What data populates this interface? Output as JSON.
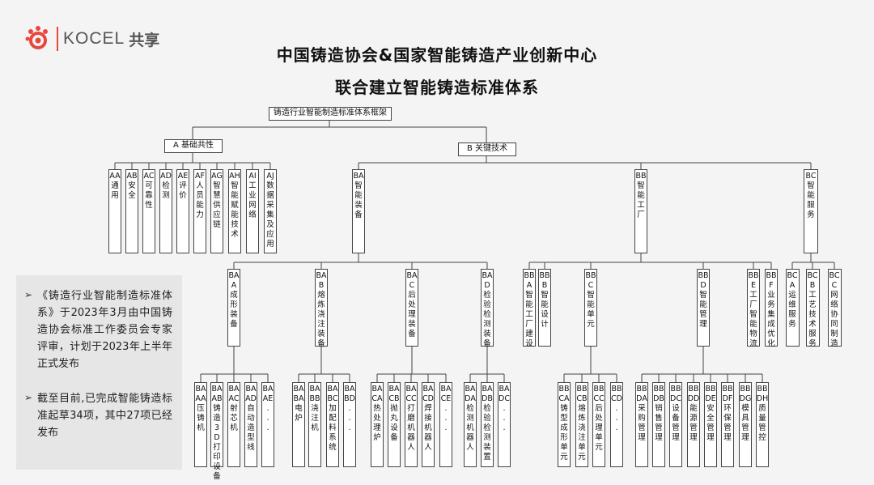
{
  "brand": {
    "name": "KOCEL",
    "share": "共享",
    "color": "#e8473c"
  },
  "title": {
    "line1": "中国铸造协会&国家智能铸造产业创新中心",
    "line2": "联合建立智能铸造标准体系"
  },
  "tree": {
    "root": "铸造行业智能制造标准体系框架",
    "A": {
      "label": "A 基础共性"
    },
    "B": {
      "label": "B 关键技术"
    },
    "A_children": [
      "AA通用",
      "AB安全",
      "AC可靠性",
      "AD检测",
      "AE评价",
      "AF人员能力",
      "AG智慧供应链",
      "AH智能赋能技术",
      "AI工业网络",
      "AJ数据采集及应用"
    ],
    "BA": "BA智能装备",
    "BB": "BB智能工厂",
    "BC": "BC智能服务",
    "BA_children": [
      "BAA成形装备",
      "BAB熔炼浇注装备",
      "BAC后处理装备",
      "BAD检验检测装备"
    ],
    "BB_children": [
      "BBA智能工厂建设",
      "BBB智能设计",
      "BBC智能单元",
      "BBD智能管理",
      "BBE工厂智能物流",
      "BBF业务集成优化"
    ],
    "BC_children": [
      "BCA运维服务",
      "BCB工艺技术服务",
      "BCC网络协同制造"
    ],
    "BAA_children": [
      "BAAA压铸机",
      "BAAB铸造3D打印设备",
      "BAAC射芯机",
      "BAAD自动造型线",
      "BAAE..."
    ],
    "BAB_children": [
      "BABA电炉",
      "BABB浇注机",
      "BABC加配料系统",
      "BABD..."
    ],
    "BAC_children": [
      "BACA热处理炉",
      "BACB抛丸设备",
      "BACC打磨机器人",
      "BACD焊接机器人",
      "BACE..."
    ],
    "BAD_children": [
      "BADA检测机器人",
      "BADB检验检测装置",
      "BADC..."
    ],
    "BBC_children": [
      "BBCA铸型成形单元",
      "BBCB熔炼浇注单元",
      "BBCC后处理单元",
      "BBCD..."
    ],
    "BBD_children": [
      "BBDA采购管理",
      "BBDB销售管理",
      "BBDC设备管理",
      "BBDD能源管理",
      "BBDE安全管理",
      "BBDF环保管理",
      "BBDG模具管理",
      "BBDH质量管控"
    ]
  },
  "notes": [
    {
      "text": "《铸造行业智能制造标准体系》于2023年3月由中国铸造协会标准工作委员会专家评审，计划于2023年上半年正式发布"
    },
    {
      "text": "截至目前,已完成智能铸造标准起草34项，其中27项已经发布"
    }
  ]
}
